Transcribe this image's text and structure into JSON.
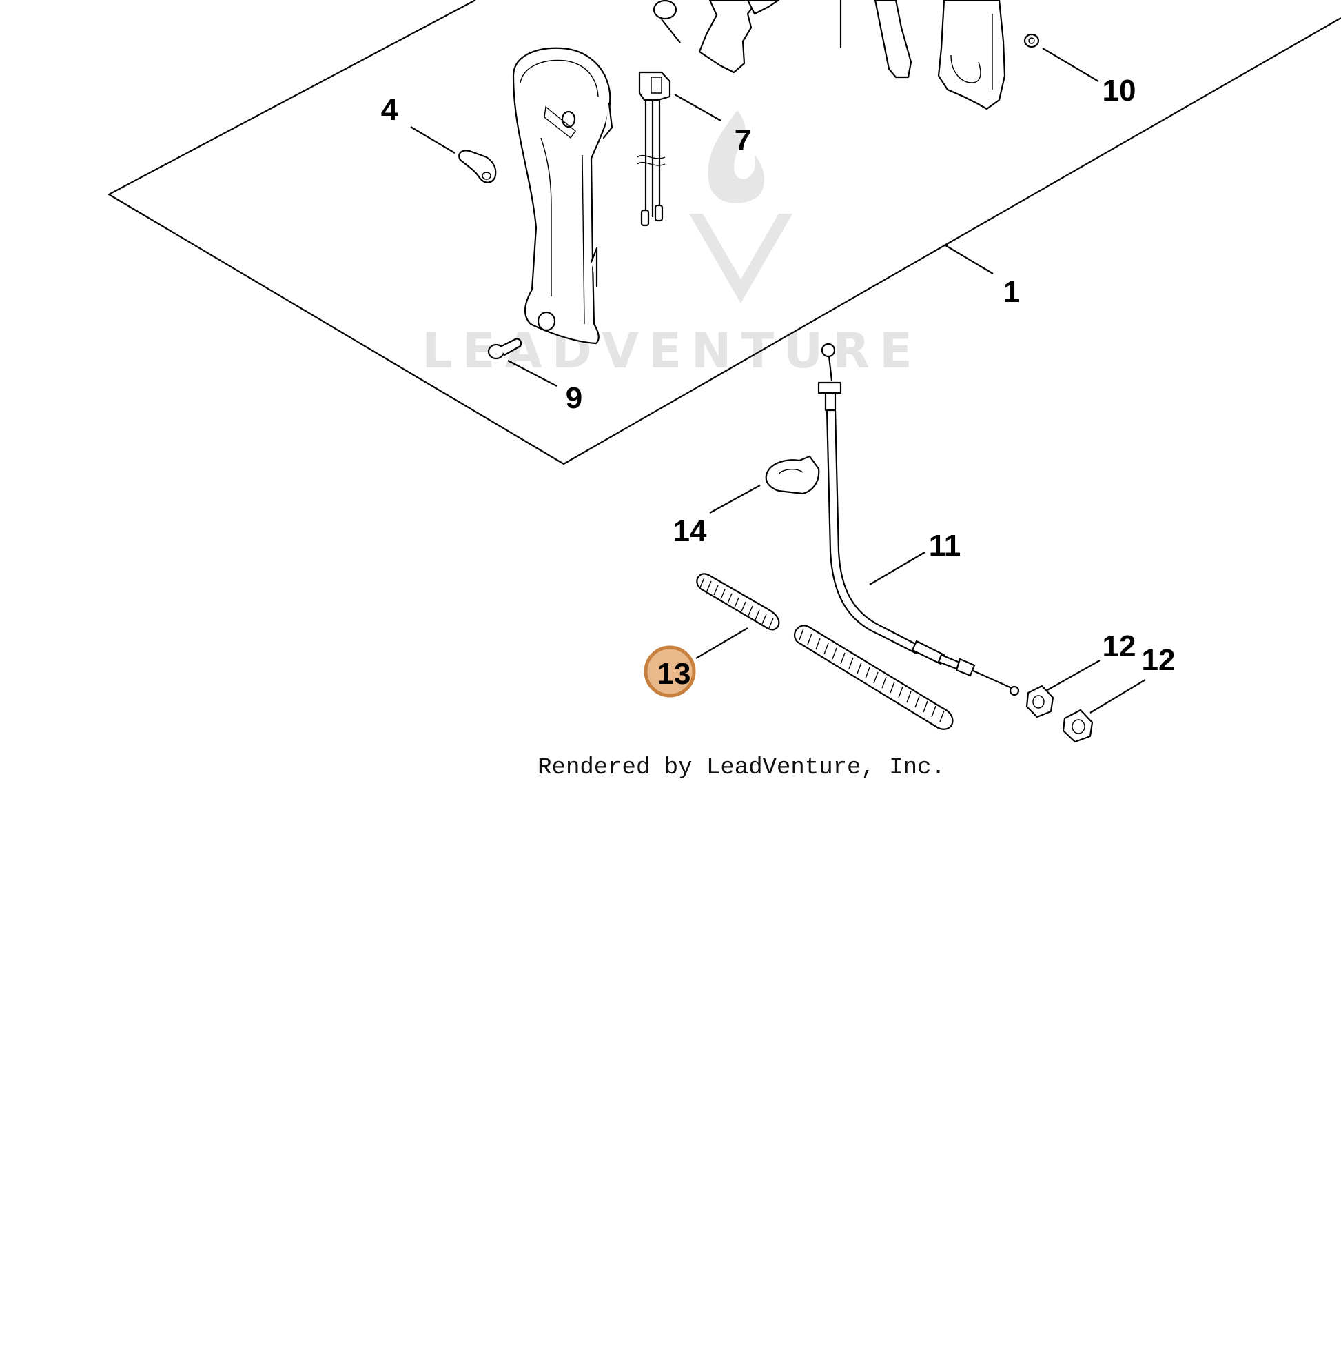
{
  "colors": {
    "line": "#000000",
    "highlight_fill": "#e9b98c",
    "highlight_stroke": "#c8803e",
    "watermark": "#dcdcdc"
  },
  "callouts": [
    {
      "id": "1",
      "label": "1",
      "highlighted": false
    },
    {
      "id": "4",
      "label": "4",
      "highlighted": false
    },
    {
      "id": "7",
      "label": "7",
      "highlighted": false
    },
    {
      "id": "9",
      "label": "9",
      "highlighted": false
    },
    {
      "id": "10",
      "label": "10",
      "highlighted": false
    },
    {
      "id": "11",
      "label": "11",
      "highlighted": false
    },
    {
      "id": "12a",
      "label": "12",
      "highlighted": false
    },
    {
      "id": "12b",
      "label": "12",
      "highlighted": false
    },
    {
      "id": "13",
      "label": "13",
      "highlighted": true
    },
    {
      "id": "14",
      "label": "14",
      "highlighted": false
    }
  ],
  "watermark": {
    "text": "LEADVENTURE",
    "icon": "leadventure-flame-logo"
  },
  "credit": "Rendered by LeadVenture, Inc."
}
